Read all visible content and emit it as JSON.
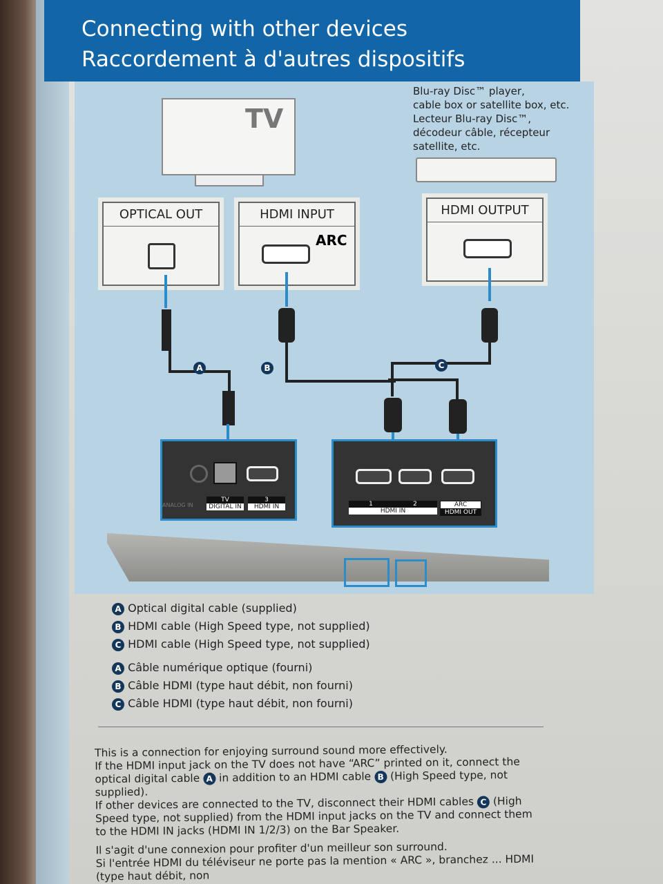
{
  "header": {
    "title_en": "Connecting with other devices",
    "title_fr": "Raccordement à d'autres dispositifs"
  },
  "diagram": {
    "tv_label": "TV",
    "player_caption": [
      "Blu-ray Disc™ player,",
      "cable box or satellite box, etc.",
      "Lecteur Blu-ray Disc™,",
      "décodeur câble, récepteur",
      "satellite, etc."
    ],
    "panels": {
      "optical_out": "OPTICAL OUT",
      "hdmi_input": "HDMI INPUT",
      "arc": "ARC",
      "hdmi_output": "HDMI OUTPUT"
    },
    "cable_badges": [
      "A",
      "B",
      "C"
    ],
    "bar_jacks": {
      "analog_in": "ANALOG IN",
      "tv": "TV",
      "digital_in": "DIGITAL IN",
      "hdmi3": "3",
      "hdmi_in": "HDMI IN",
      "hdmi1": "1",
      "hdmi2": "2",
      "arc": "ARC",
      "hdmi_out": "HDMI OUT"
    },
    "accent": "#2b8cc9"
  },
  "legend_en": [
    {
      "badge": "A",
      "text": "Optical digital cable (supplied)"
    },
    {
      "badge": "B",
      "text": "HDMI cable (High Speed type, not supplied)"
    },
    {
      "badge": "C",
      "text": "HDMI cable (High Speed type, not supplied)"
    }
  ],
  "legend_fr": [
    {
      "badge": "A",
      "text": "Câble numérique optique (fourni)"
    },
    {
      "badge": "B",
      "text": "Câble HDMI (type haut débit, non fourni)"
    },
    {
      "badge": "C",
      "text": "Câble HDMI (type haut débit, non fourni)"
    }
  ],
  "body": {
    "p1": "This is a connection for enjoying surround sound more effectively.",
    "p2a": "If the HDMI input jack on the TV does not have “ARC” printed on it, connect the optical digital cable",
    "p2b": "in addition to an HDMI cable",
    "p2c": "(High Speed type, not supplied).",
    "p3a": "If other devices are connected to the TV, disconnect their HDMI cables",
    "p3b": "(High Speed type, not supplied) from the HDMI input jacks on the TV and connect them to the HDMI IN jacks (HDMI IN 1/2/3) on the Bar Speaker.",
    "fr1": "Il s'agit d'une connexion pour profiter d'un meilleur son surround.",
    "fr2": "Si l'entrée HDMI du téléviseur ne porte pas la mention « ARC », branchez ... HDMI (type haut débit, non"
  }
}
